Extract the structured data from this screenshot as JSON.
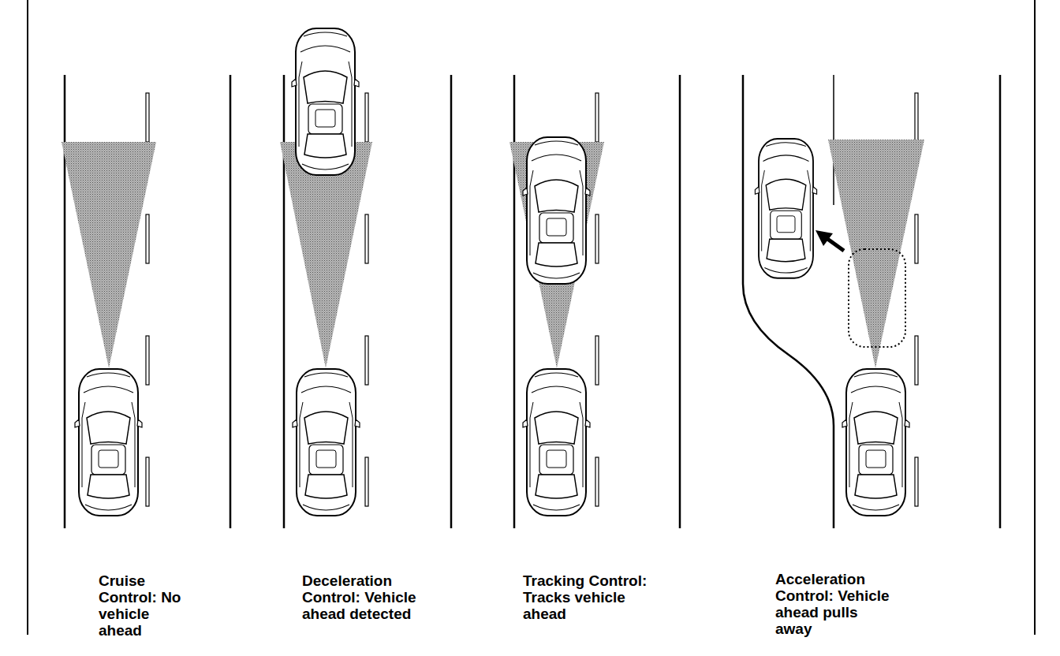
{
  "diagram": {
    "labels": [
      "Cruise Control: No vehicle ahead",
      "Deceleration Control: Vehicle ahead detected",
      "Tracking Control: Tracks vehicle ahead",
      "Acceleration Control: Vehicle ahead pulls away"
    ]
  }
}
